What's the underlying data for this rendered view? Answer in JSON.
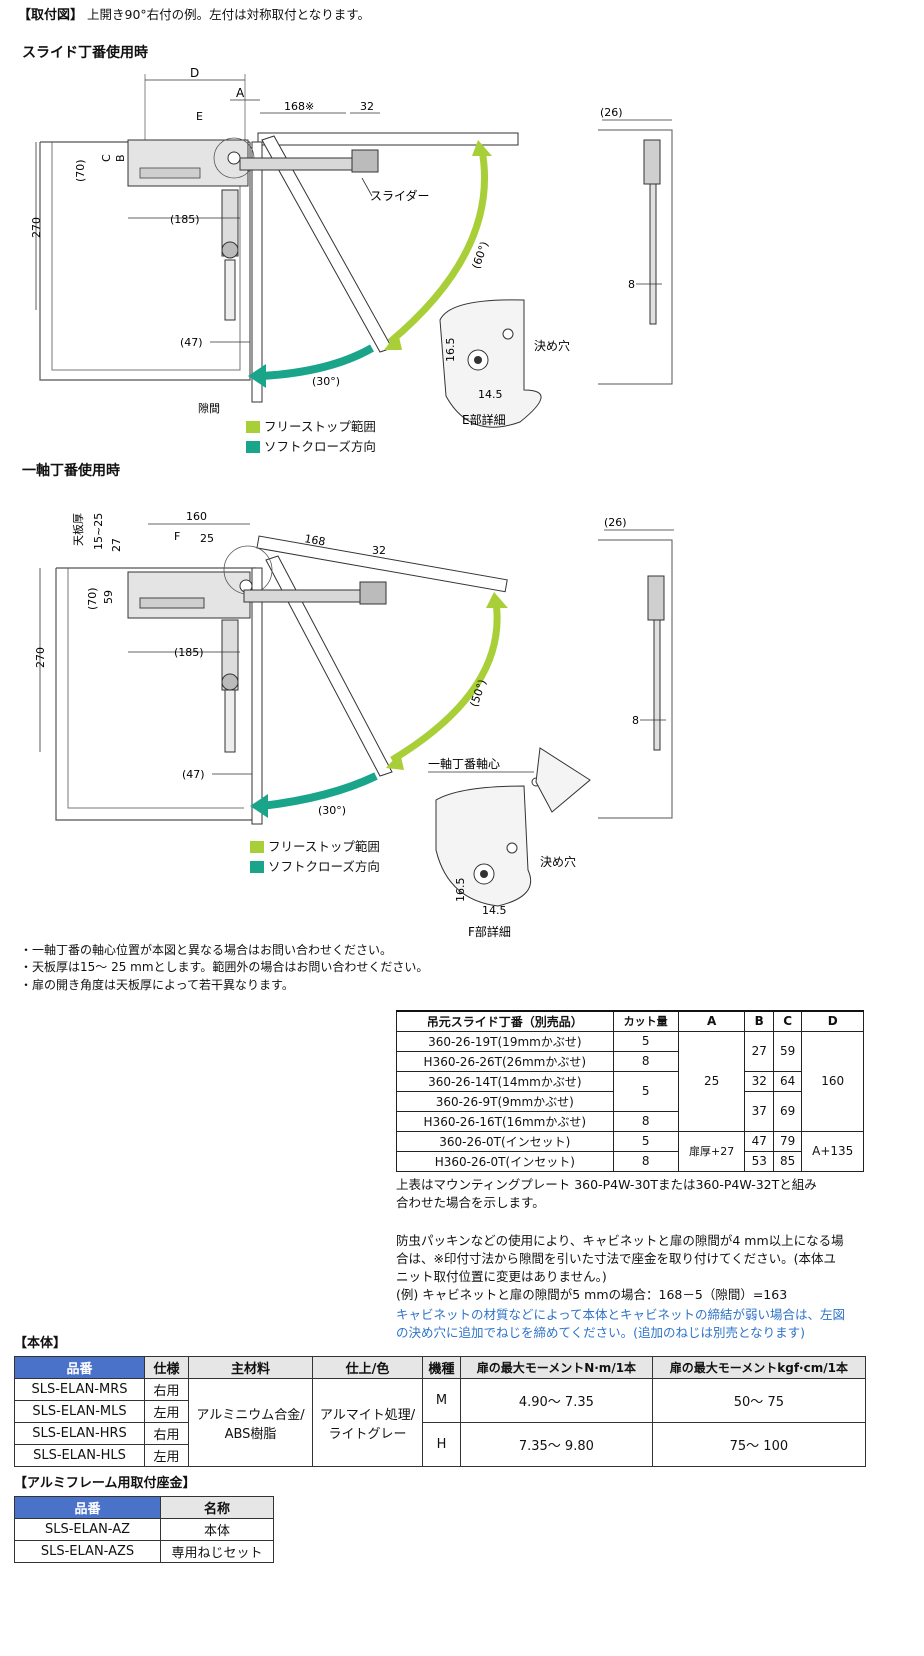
{
  "header": {
    "bracket": "【取付図】",
    "text": "上開き90°右付の例。左付は対称取付となります。"
  },
  "section1": {
    "title": "スライド丁番使用時",
    "labels": {
      "D": "D",
      "A": "A",
      "E": "E",
      "B": "B",
      "C": "C",
      "d70": "(70)",
      "d185": "(185)",
      "d270": "270",
      "d47": "(47)",
      "d168": "168※",
      "d32": "32",
      "slider": "スライダー",
      "d26": "(26)",
      "d8": "8",
      "angle60": "(60°)",
      "angle30": "(30°)",
      "gap": "隙間",
      "d16_5": "16.5",
      "d14_5": "14.5",
      "hole": "決め穴",
      "detail": "E部詳細"
    },
    "legend": [
      "フリーストップ範囲",
      "ソフトクローズ方向"
    ]
  },
  "section2": {
    "title": "一軸丁番使用時",
    "labels": {
      "thick": "天板厚",
      "thick_range": "15~25",
      "d27": "27",
      "d59": "59",
      "d160": "160",
      "d25": "25",
      "F": "F",
      "d168": "168",
      "d32": "32",
      "d70": "(70)",
      "d185": "(185)",
      "d270": "270",
      "d47": "(47)",
      "d26": "(26)",
      "d8": "8",
      "angle50": "(50°)",
      "angle30": "(30°)",
      "axis": "一軸丁番軸心",
      "hole": "決め穴",
      "d16_5": "16.5",
      "d14_5": "14.5",
      "detail": "F部詳細"
    },
    "legend": [
      "フリーストップ範囲",
      "ソフトクローズ方向"
    ]
  },
  "notes": [
    "・一軸丁番の軸心位置が本図と異なる場合はお問い合わせください。",
    "・天板厚は15～ 25 mmとします。範囲外の場合はお問い合わせください。",
    "・扉の開き角度は天板厚によって若干異なります。"
  ],
  "hinge_table": {
    "headers": [
      "吊元スライド丁番（別売品）",
      "カット量",
      "A",
      "B",
      "C",
      "D"
    ],
    "rows": [
      "360-26-19T(19mmかぶせ)",
      "H360-26-26T(26mmかぶせ)",
      "360-26-14T(14mmかぶせ)",
      "360-26-9T(9mmかぶせ)",
      "H360-26-16T(16mmかぶせ)",
      "360-26-0T(インセット)",
      "H360-26-0T(インセット)"
    ],
    "cut": [
      "5",
      "8",
      "5",
      "8",
      "5",
      "8"
    ],
    "A": [
      "25",
      "扉厚+27"
    ],
    "B": [
      "27",
      "32",
      "37",
      "47",
      "53"
    ],
    "C": [
      "59",
      "64",
      "69",
      "79",
      "85"
    ],
    "D": [
      "160",
      "A+135"
    ]
  },
  "para1": [
    "上表はマウンティングプレート 360-P4W-30Tまたは360-P4W-32Tと組み",
    "合わせた場合を示します。"
  ],
  "para2": [
    "防虫パッキンなどの使用により、キャビネットと扉の隙間が4 mm以上になる場",
    "合は、※印付寸法から隙間を引いた寸法で座金を取り付けてください。(本体ユ",
    "ニット取付位置に変更はありません。)",
    "(例) キャビネットと扉の隙間が5 mmの場合：168－5（隙間）=163"
  ],
  "para3": [
    "キャビネットの材質などによって本体とキャビネットの締結が弱い場合は、左図",
    "の決め穴に追加でねじを締めてください。(追加のねじは別売となります)"
  ],
  "body_title": "【本体】",
  "body_table": {
    "headers": [
      "品番",
      "仕様",
      "主材料",
      "仕上/色",
      "機種",
      "扉の最大モーメントN·m/1本",
      "扉の最大モーメントkgf·cm/1本"
    ],
    "parts": [
      "SLS-ELAN-MRS",
      "SLS-ELAN-MLS",
      "SLS-ELAN-HRS",
      "SLS-ELAN-HLS"
    ],
    "spec": [
      "右用",
      "左用",
      "右用",
      "左用"
    ],
    "material": [
      "アルミニウム合金/",
      "ABS樹脂"
    ],
    "finish": [
      "アルマイト処理/",
      "ライトグレー"
    ],
    "models": [
      "M",
      "H"
    ],
    "moment_nm": [
      "4.90～ 7.35",
      "7.35～ 9.80"
    ],
    "moment_kgf": [
      "50～ 75",
      "75～ 100"
    ]
  },
  "frame_title": "【アルミフレーム用取付座金】",
  "frame_table": {
    "headers": [
      "品番",
      "名称"
    ],
    "rows": [
      {
        "part": "SLS-ELAN-AZ",
        "name": "本体"
      },
      {
        "part": "SLS-ELAN-AZS",
        "name": "専用ねじセット"
      }
    ]
  },
  "colors": {
    "free_stop": "#a9cf38",
    "soft_close": "#1aa58b",
    "header_blue": "#4a72c8",
    "note_blue": "#2e73c8"
  }
}
